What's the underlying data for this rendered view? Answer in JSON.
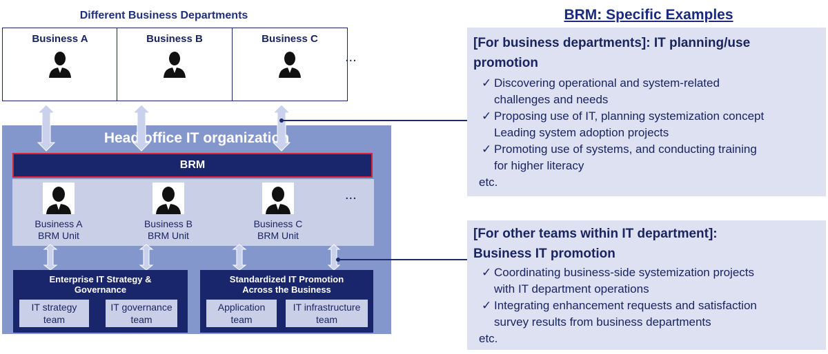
{
  "left": {
    "departments_title": "Different Business Departments",
    "businesses": [
      {
        "label": "Business A"
      },
      {
        "label": "Business B"
      },
      {
        "label": "Business C"
      }
    ],
    "more_ellipsis": "...",
    "hq_title": "Head office IT organization",
    "brm_label": "BRM",
    "units": [
      {
        "line1": "Business A",
        "line2": "BRM Unit"
      },
      {
        "line1": "Business B",
        "line2": "BRM Unit"
      },
      {
        "line1": "Business C",
        "line2": "BRM Unit"
      }
    ],
    "units_ellipsis": "...",
    "groups": [
      {
        "title_line1": "Enterprise IT Strategy &",
        "title_line2": "Governance",
        "teams": [
          {
            "line1": "IT strategy",
            "line2": "team"
          },
          {
            "line1": "IT governance",
            "line2": "team"
          }
        ]
      },
      {
        "title_line1": "Standardized IT Promotion",
        "title_line2": "Across the Business",
        "teams": [
          {
            "line1": "Application",
            "line2": "team"
          },
          {
            "line1": "IT infrastructure",
            "line2": "team"
          }
        ]
      }
    ]
  },
  "right": {
    "title": "BRM: Specific Examples",
    "panel1": {
      "heading_line1": "[For business departments]: IT planning/use",
      "heading_line2": "promotion",
      "bullets": [
        {
          "line1": "Discovering operational and system-related",
          "line2": "challenges and needs"
        },
        {
          "line1": "Proposing use of IT, planning systemization concept",
          "line2": "Leading system adoption projects"
        },
        {
          "line1": "Promoting use of systems, and conducting training",
          "line2": "for higher literacy"
        }
      ],
      "etc": "etc."
    },
    "panel2": {
      "heading_line1": "[For other teams within IT department]:",
      "heading_line2": "Business IT promotion",
      "bullets": [
        {
          "line1": "Coordinating business-side systemization projects",
          "line2": "with IT department operations"
        },
        {
          "line1": "Integrating enhancement requests and satisfaction",
          "line2": "survey results from business departments"
        }
      ],
      "etc": "etc."
    },
    "check_mark": "✓"
  },
  "colors": {
    "navy": "#19266b",
    "hq_blue": "#8497cd",
    "light_blue": "#c9cfe7",
    "panel_bg": "#dde1f1",
    "brm_border": "#e0203a",
    "arrow": "#c9d1ec"
  }
}
